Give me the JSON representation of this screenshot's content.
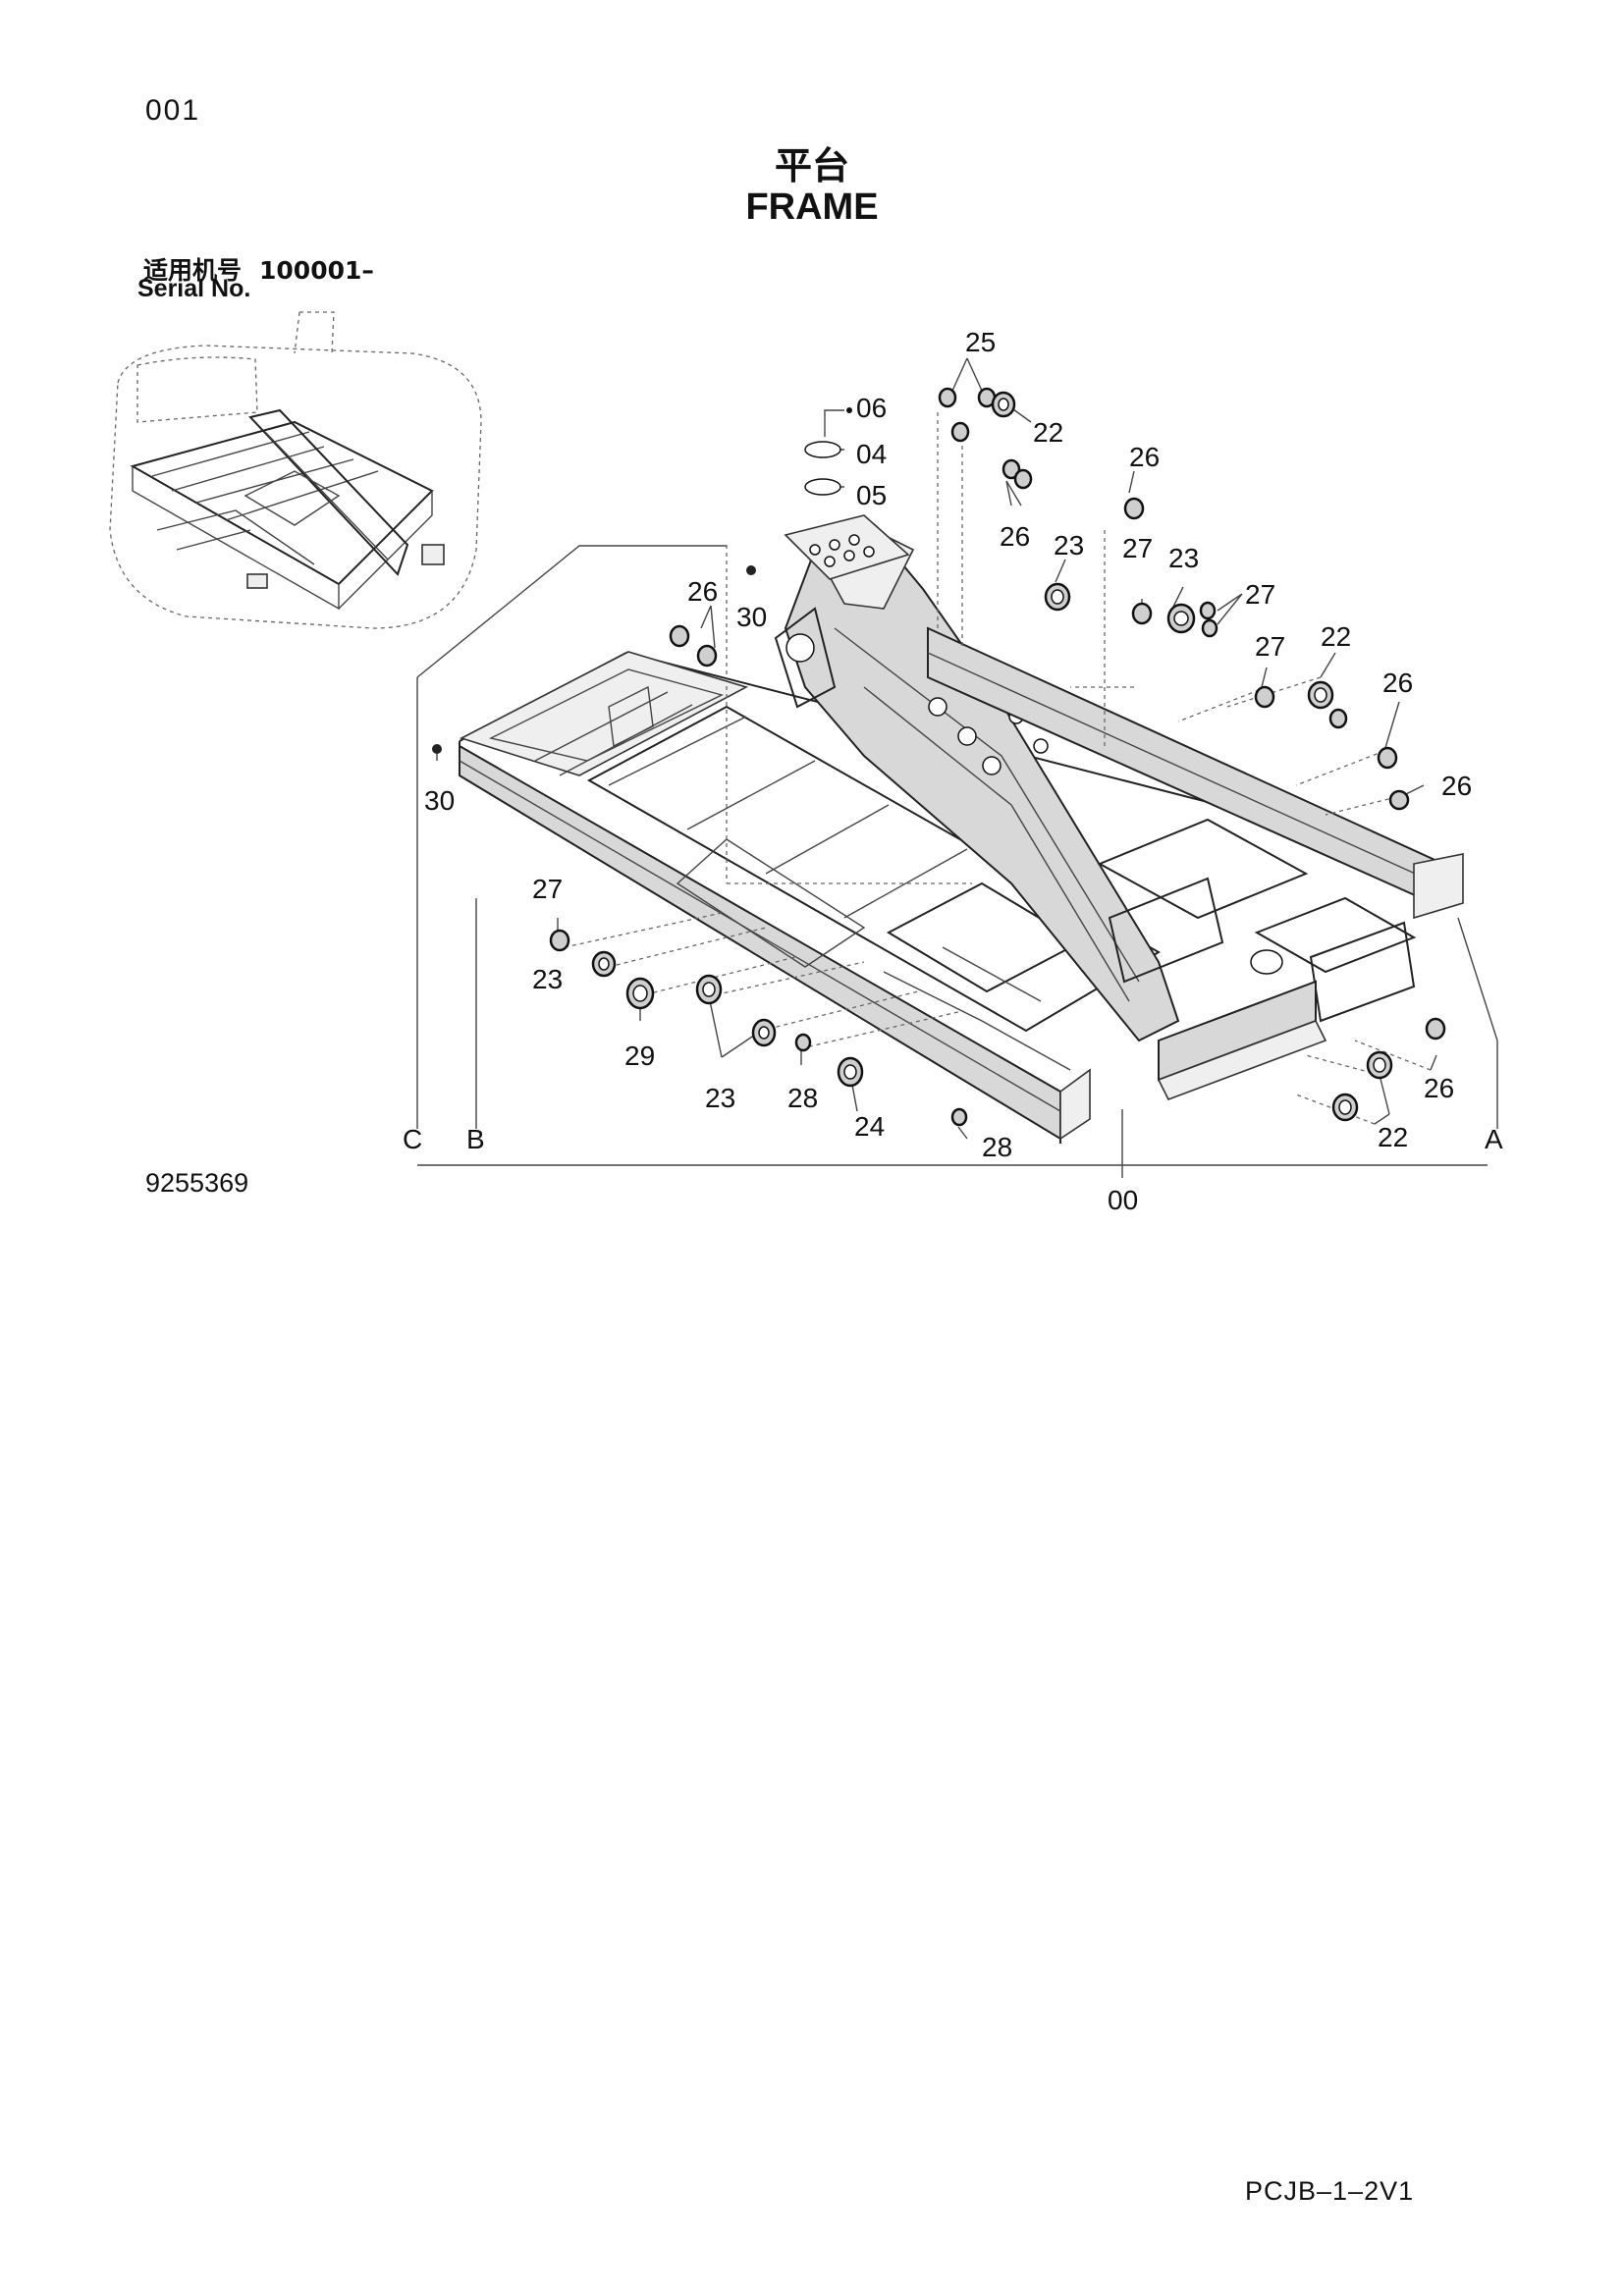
{
  "page_number": "001",
  "title": {
    "chinese": "平台",
    "english": "FRAME"
  },
  "serial": {
    "label_cn": "适用机号",
    "value": "100001–",
    "label_en": "Serial No."
  },
  "drawing_number": "9255369",
  "document_code": "PCJB–1–2V1",
  "callouts": {
    "c25": "25",
    "c06": "06",
    "c04": "04",
    "c05": "05",
    "c22a": "22",
    "c26a": "26",
    "c26b": "26",
    "c23a": "23",
    "c27a": "27",
    "c23b": "23",
    "c27b": "27",
    "c26c": "26",
    "c30a": "30",
    "c27c": "27",
    "c22b": "22",
    "c26d": "26",
    "c26e": "26",
    "c30b": "30",
    "c27d": "27",
    "c23c": "23",
    "c29": "29",
    "c23d": "23",
    "c28a": "28",
    "c24": "24",
    "c28b": "28",
    "c26f": "26",
    "c22c": "22",
    "c00": "00"
  },
  "reference_letters": {
    "a": "A",
    "b": "B",
    "c": "C"
  }
}
